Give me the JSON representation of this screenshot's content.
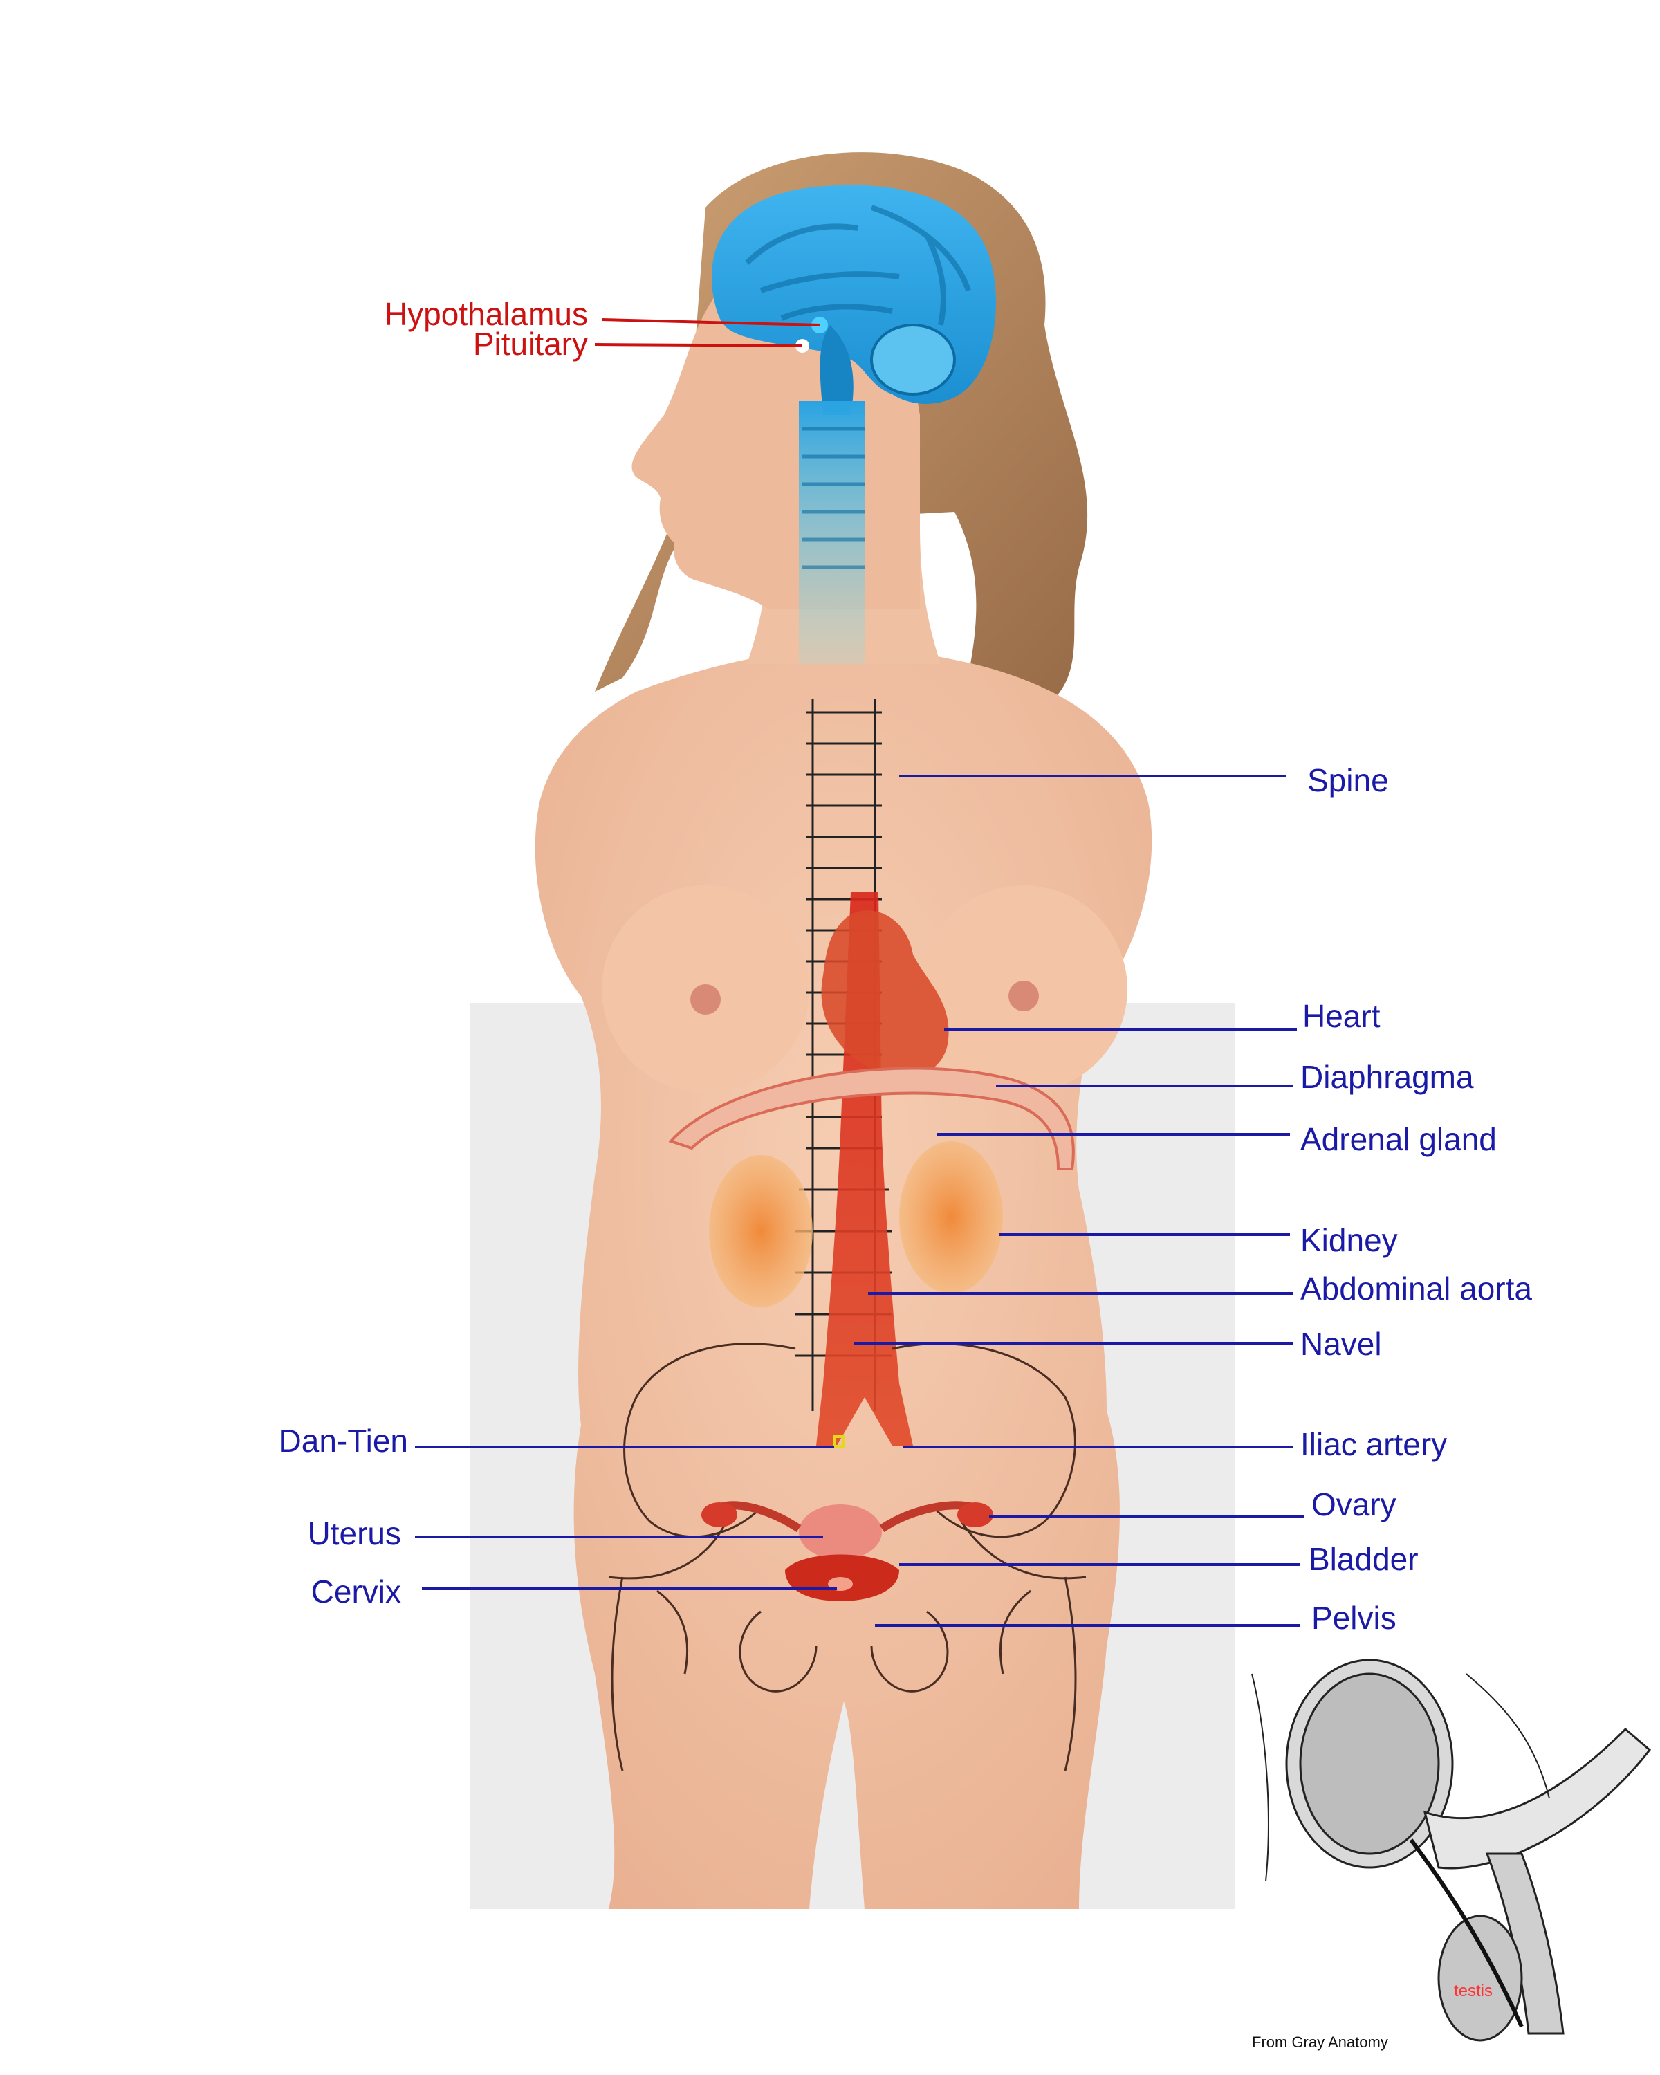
{
  "colors": {
    "brain": "#29a8e6",
    "organ": "#d93a1f",
    "label_brain": "#cc1111",
    "label_body": "#1a1aa6",
    "leader": "#1a1aa6",
    "skin": "#f1c2a4"
  },
  "labels": {
    "hypothalamus": "Hypothalamus",
    "pituitary": "Pituitary",
    "spine": "Spine",
    "heart": "Heart",
    "diaphragma": "Diaphragma",
    "adrenal_gland": "Adrenal gland",
    "kidney": "Kidney",
    "abdominal_aorta": "Abdominal aorta",
    "navel": "Navel",
    "dan_tien": "Dan-Tien",
    "iliac_artery": "Iliac artery",
    "uterus": "Uterus",
    "ovary": "Ovary",
    "bladder": "Bladder",
    "cervix": "Cervix",
    "pelvis": "Pelvis"
  },
  "inset": {
    "credit": "From Gray Anatomy",
    "testis_label": "testis"
  }
}
